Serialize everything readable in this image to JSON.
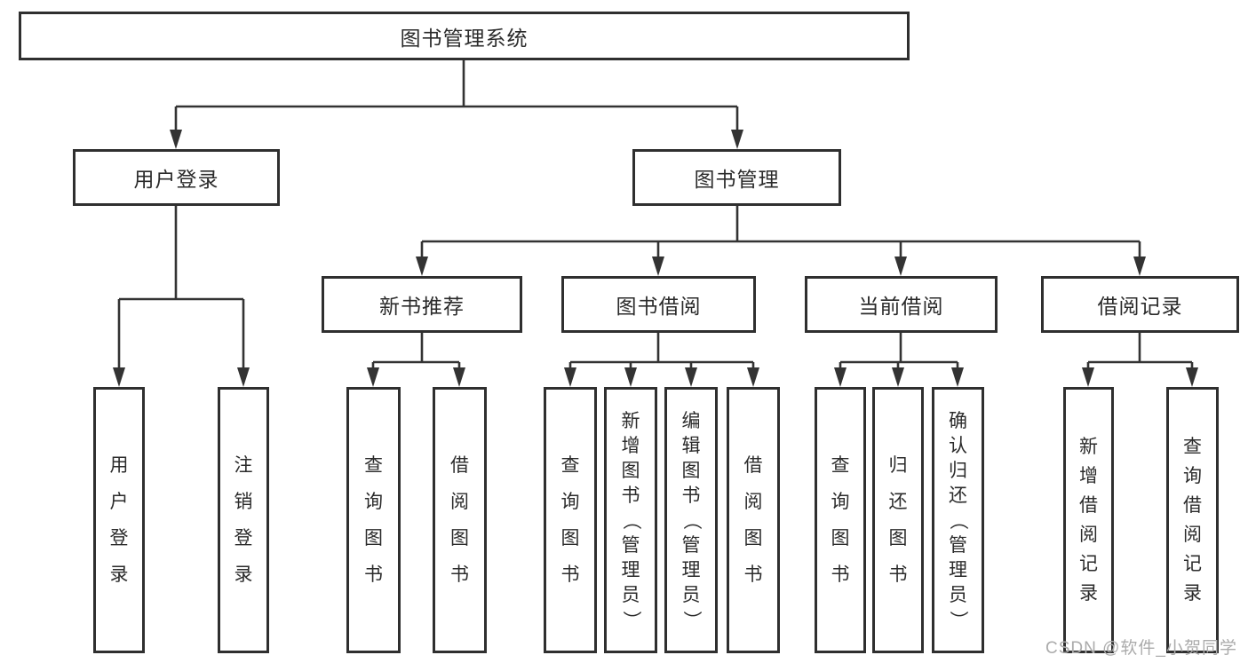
{
  "root": {
    "label": "图书管理系统"
  },
  "login": {
    "label": "用户登录",
    "children": [
      {
        "label": "用户登录"
      },
      {
        "label": "注销登录"
      }
    ]
  },
  "mgmt": {
    "label": "图书管理",
    "groups": [
      {
        "label": "新书推荐",
        "children": [
          {
            "label": "查询图书"
          },
          {
            "label": "借阅图书"
          }
        ]
      },
      {
        "label": "图书借阅",
        "children": [
          {
            "label": "查询图书"
          },
          {
            "label": "新增图书（管理员）"
          },
          {
            "label": "编辑图书（管理员）"
          },
          {
            "label": "借阅图书"
          }
        ]
      },
      {
        "label": "当前借阅",
        "children": [
          {
            "label": "查询图书"
          },
          {
            "label": "归还图书"
          },
          {
            "label": "确认归还（管理员）"
          }
        ]
      },
      {
        "label": "借阅记录",
        "children": [
          {
            "label": "新增借阅记录"
          },
          {
            "label": "查询借阅记录"
          }
        ]
      }
    ]
  },
  "watermark": {
    "text": "CSDN @软件_小贺同学"
  },
  "colors": {
    "line": "#333333",
    "border": "#2f2f2f",
    "text": "#2b2b2b",
    "watermark_color": "#ababab",
    "background": "#ffffff"
  }
}
